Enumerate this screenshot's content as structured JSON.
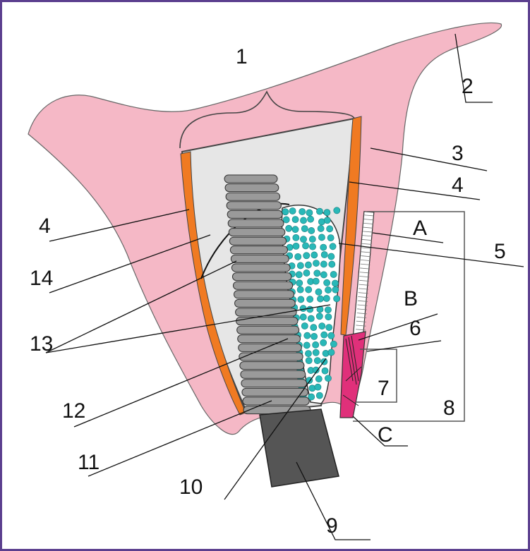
{
  "colors": {
    "frame": "#5b3f8e",
    "soft_tissue": "#f5b8c6",
    "bone": "#e6e6e6",
    "cortical_layer": "#f07a22",
    "implant_thread": "#9a9a9a",
    "abutment": "#555555",
    "graft_particles": "#29b8b8",
    "membrane": "#2233aa",
    "pink_marker": "#e0307a"
  },
  "labels": {
    "l1": "1",
    "l2": "2",
    "l3": "3",
    "l4a": "4",
    "l4b": "4",
    "l5": "5",
    "l6": "6",
    "l7": "7",
    "l8": "8",
    "l9": "9",
    "l10": "10",
    "l11": "11",
    "l12": "12",
    "l13": "13",
    "l14": "14",
    "lA": "A",
    "lB": "B",
    "lC": "C"
  }
}
